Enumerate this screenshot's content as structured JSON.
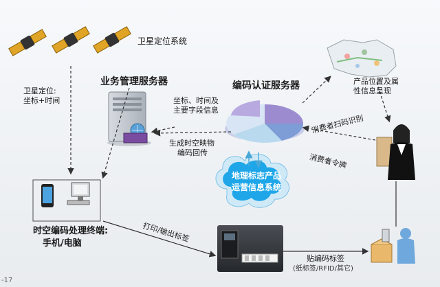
{
  "labels": {
    "satellite_system": "卫星定位系统",
    "satellite_position_line1": "卫星定位:",
    "satellite_position_line2": "坐标+时间",
    "business_server": "业务管理服务器",
    "coding_server": "编码认证服务器",
    "coords_info_line1": "坐标、时间及",
    "coords_info_line2": "主要字段信息",
    "gen_code_line1": "生成时空映物",
    "gen_code_line2": "编码回传",
    "product_pos_line1": "产品位置及属",
    "product_pos_line2": "性信息呈现",
    "consumer_scan": "消费者扫码识别",
    "consumer_token": "消费者令牌",
    "cloud_line1": "地理标志产品",
    "cloud_line2": "运营信息系统",
    "terminal_line1": "时空编码处理终端:",
    "terminal_line2": "手机/电脑",
    "print_label": "打印/输出标签",
    "paste_label": "贴编码标签",
    "paste_sub": "(纸标签/RFID/其它)",
    "corner_num": "-17"
  },
  "colors": {
    "arrow": "#333333",
    "cloud_fill": "#1ea6e8",
    "cloud_light": "#cfe9f7",
    "pie_purple": "#8e7cc3",
    "pie_blue": "#9fc5e8",
    "map_green": "#7fbf7f"
  },
  "icons": [
    "satellite-icon",
    "server-icon",
    "pie-chart-icon",
    "map-icon",
    "phone-icon",
    "computer-icon",
    "printer-icon",
    "consumer-icon",
    "package-icon"
  ]
}
